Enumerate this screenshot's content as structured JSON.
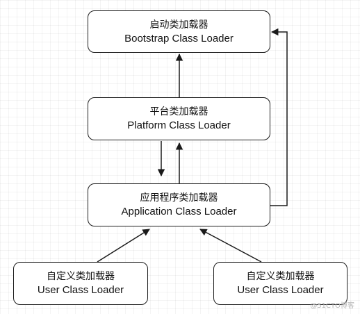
{
  "boxes": {
    "bootstrap": {
      "zh": "启动类加载器",
      "en": "Bootstrap Class Loader"
    },
    "platform": {
      "zh": "平台类加载器",
      "en": "Platform Class Loader"
    },
    "application": {
      "zh": "应用程序类加载器",
      "en": "Application Class Loader"
    },
    "user_left": {
      "zh": "自定义类加载器",
      "en": "User Class Loader"
    },
    "user_right": {
      "zh": "自定义类加载器",
      "en": "User Class Loader"
    }
  },
  "watermark": "@51CTO博客",
  "colors": {
    "stroke": "#1a1a1a",
    "box_fill": "#ffffff"
  }
}
